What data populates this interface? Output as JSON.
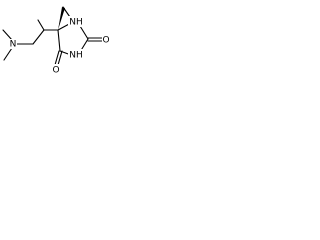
{
  "molecule": {
    "atoms": {
      "n_dimethylamino": "N",
      "nh_ring_top": "NH",
      "nh_ring_bottom": "NH",
      "o_carbonyl_right": "O",
      "o_carbonyl_bottom": "O"
    }
  },
  "colors": {
    "bond": "#000000",
    "text": "#000000",
    "background": "#ffffff"
  }
}
